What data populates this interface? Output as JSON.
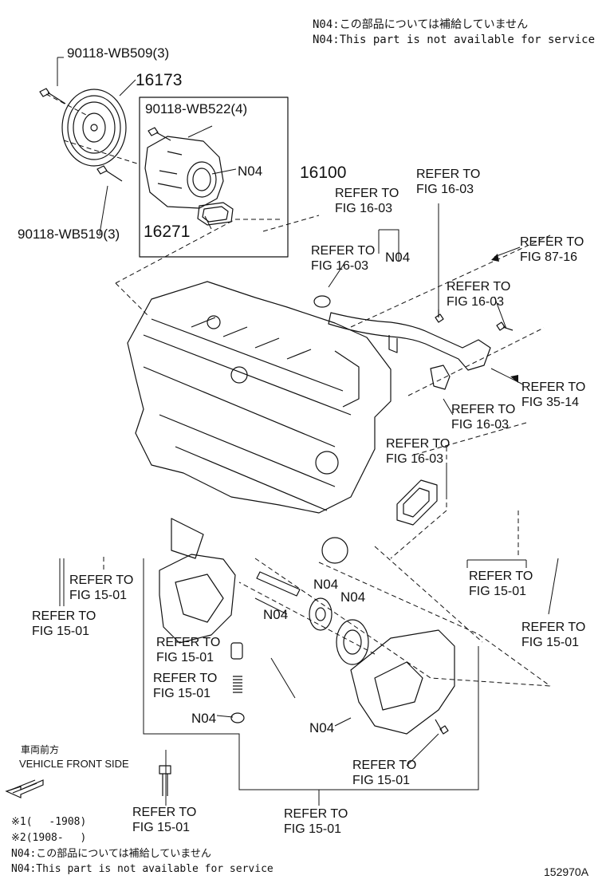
{
  "header_notes": [
    "N04:この部品については補給していません",
    "N04:This part is not available for service"
  ],
  "footer_notes": [
    "※1(　 -1908)",
    "※2(1908-　 )",
    "N04:この部品については補給していません",
    "N04:This part is not available for service"
  ],
  "diagram_code": "152970A",
  "vehicle_front": {
    "ja": "車両前方",
    "en": "VEHICLE FRONT SIDE"
  },
  "parts": {
    "p_90118_wb509": "90118-WB509(3)",
    "p_16173": "16173",
    "p_90118_wb522": "90118-WB522(4)",
    "p_n04_pump": "N04",
    "p_16100": "16100",
    "p_16271": "16271",
    "p_90118_wb519": "90118-WB519(3)",
    "p_n04_pipe": "N04",
    "p_n04_gear1": "N04",
    "p_n04_gear2": "N04",
    "p_n04_pin": "N04",
    "p_n04_plug": "N04",
    "p_n04_oilpump": "N04"
  },
  "refs": {
    "r1": "REFER TO\nFIG 16-03",
    "r2": "REFER TO\nFIG 16-03",
    "r3": "REFER TO\nFIG 16-03",
    "r4": "REFER TO\nFIG 87-16",
    "r5": "REFER TO\nFIG 16-03",
    "r6": "REFER TO\nFIG 35-14",
    "r7": "REFER TO\nFIG 16-03",
    "r8": "REFER TO\nFIG 16-03",
    "r9": "REFER TO\nFIG 15-01",
    "r10": "REFER TO\nFIG 15-01",
    "r11": "REFER TO\nFIG 15-01",
    "r12": "REFER TO\nFIG 15-01",
    "r13": "REFER TO\nFIG 15-01",
    "r14": "REFER TO\nFIG 15-01",
    "r15": "REFER TO\nFIG 15-01",
    "r16": "REFER TO\nFIG 15-01",
    "r17": "REFER TO\nFIG 15-01"
  }
}
